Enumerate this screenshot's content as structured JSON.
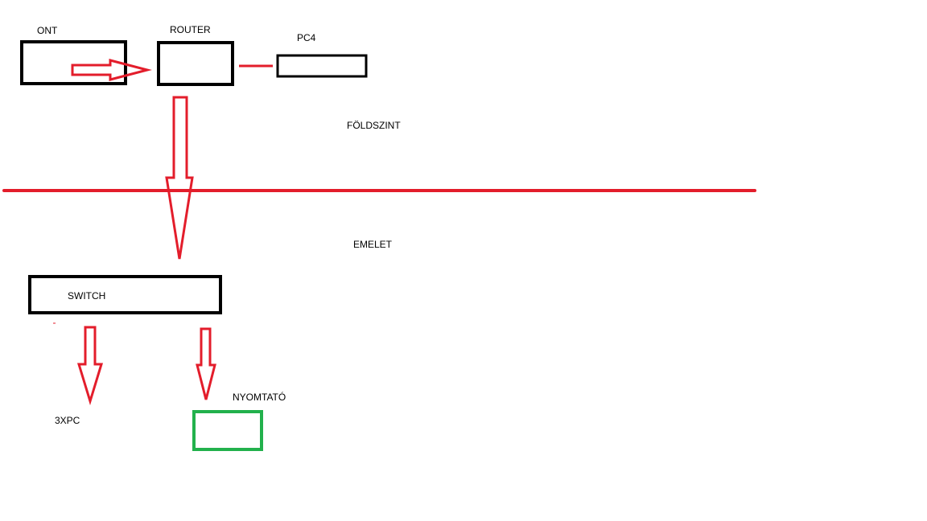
{
  "labels": {
    "ont": "ONT",
    "router": "ROUTER",
    "pc4": "PC4",
    "ground_floor": "FÖLDSZINT",
    "upper_floor": "EMELET",
    "switch": "SWITCH",
    "three_pc": "3XPC",
    "printer": "NYOMTATÓ"
  },
  "colors": {
    "background": "#ffffff",
    "box": "#000000",
    "arrow": "#e31d2b",
    "printer_box": "#22b14c"
  }
}
